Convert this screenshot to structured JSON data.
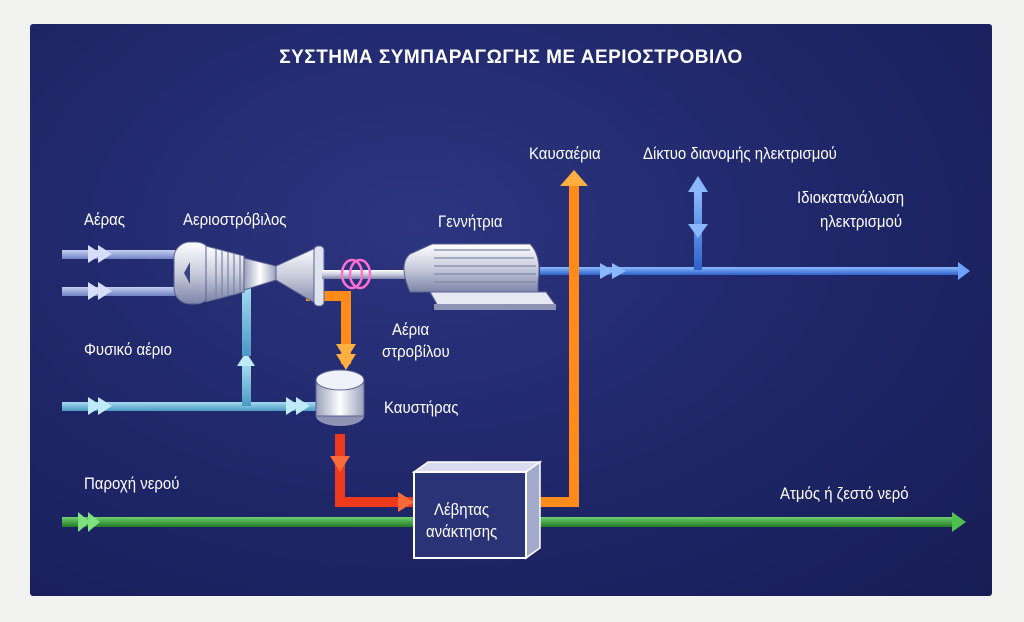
{
  "title": "ΣΥΣΤΗΜΑ ΣΥΜΠΑΡΑΓΩΓΗΣ ΜΕ ΑΕΡΙΟΣΤΡΟΒΙΛΟ",
  "labels": {
    "air": "Αέρας",
    "gas_turbine": "Αεριοστρόβιλος",
    "generator": "Γεννήτρια",
    "exhaust": "Καυσαέρια",
    "grid": "Δίκτυο διανομής ηλεκτρισμού",
    "self_consumption_1": "Ιδιοκατανάλωση",
    "self_consumption_2": "ηλεκτρισμού",
    "natural_gas": "Φυσικό αέριο",
    "turbine_gases_1": "Αέρια",
    "turbine_gases_2": "στροβίλου",
    "burner": "Καυστήρας",
    "water_supply": "Παροχή νερού",
    "steam_hot_water": "Ατμός ή ζεστό νερό",
    "boiler_1": "Λέβητας",
    "boiler_2": "ανάκτησης"
  },
  "colors": {
    "background": "#1f2668",
    "air_flow": "#8aa0d8",
    "gas_flow": "#6fb4d8",
    "electricity": "#3f7de0",
    "hot_gases": "#ff8c1a",
    "hot_gases_red": "#ee3a1c",
    "water": "#3a9a3a"
  }
}
